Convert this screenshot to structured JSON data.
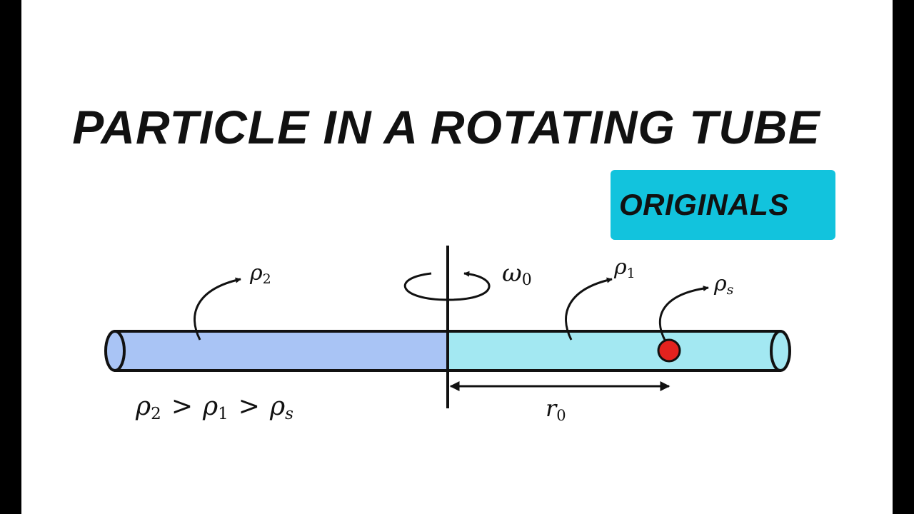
{
  "title": "PARTICLE IN A ROTATING TUBE",
  "badge": "ORIGINALS",
  "colors": {
    "badge": "#12c3dd",
    "fluid_left": "#a9c4f5",
    "fluid_right": "#a3e8f2",
    "particle": "#e3221e"
  },
  "labels": {
    "rho2_main": "ρ",
    "rho2_sub": "2",
    "rho1_main": "ρ",
    "rho1_sub": "1",
    "rhos_main": "ρ",
    "rhos_sub": "s",
    "omega_main": "ω",
    "omega_sub": "0",
    "r0_main": "r",
    "r0_sub": "0",
    "ineq_rho_a": "ρ",
    "ineq_sub_a": "2",
    "ineq_op_1": ">",
    "ineq_rho_b": "ρ",
    "ineq_sub_b": "1",
    "ineq_op_2": ">",
    "ineq_rho_c": "ρ",
    "ineq_sub_c": "s"
  }
}
